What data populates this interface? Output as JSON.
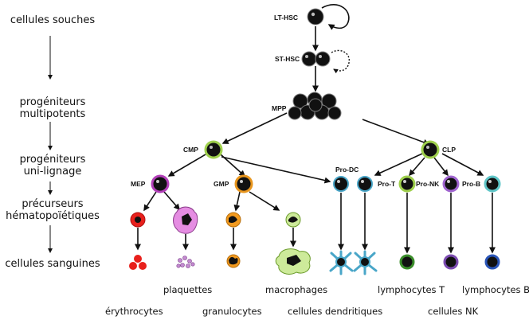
{
  "levels": {
    "stem": "cellules souches",
    "multipotent_1": "progéniteurs",
    "multipotent_2": "multipotents",
    "unilineage_1": "progéniteurs",
    "unilineage_2": "uni-lignage",
    "precursor_1": "précurseurs",
    "precursor_2": "hématopoïétiques",
    "blood": "cellules sanguines"
  },
  "nodes": {
    "lt_hsc": "LT-HSC",
    "st_hsc": "ST-HSC",
    "mpp": "MPP",
    "cmp": "CMP",
    "clp": "CLP",
    "mep": "MEP",
    "gmp": "GMP",
    "pro_dc": "Pro-DC",
    "pro_t": "Pro-T",
    "pro_nk": "Pro-NK",
    "pro_b": "Pro-B"
  },
  "cell_types": {
    "platelets": "plaquettes",
    "macrophages": "macrophages",
    "t_lymphocytes": "lymphocytes T",
    "b_lymphocytes": "lymphocytes B",
    "erythrocytes": "érythrocytes",
    "granulocytes": "granulocytes",
    "dendritic": "cellules dendritiques",
    "nk_cells": "cellules NK"
  },
  "colors": {
    "erythro": "#e8201c",
    "platelet": "#9b3fb0",
    "platelet_precursor": "#e58de2",
    "granulo": "#f29a1f",
    "macro": "#9fd04d",
    "dendritic": "#49a6c8",
    "t_cell": "#3a8d2a",
    "nk_cell": "#7b4bb0",
    "b_cell": "#2a55b8",
    "mep_ring": "#b23fb8",
    "gmp_ring": "#e8961e",
    "lymph_ring": "#9fd04d"
  }
}
